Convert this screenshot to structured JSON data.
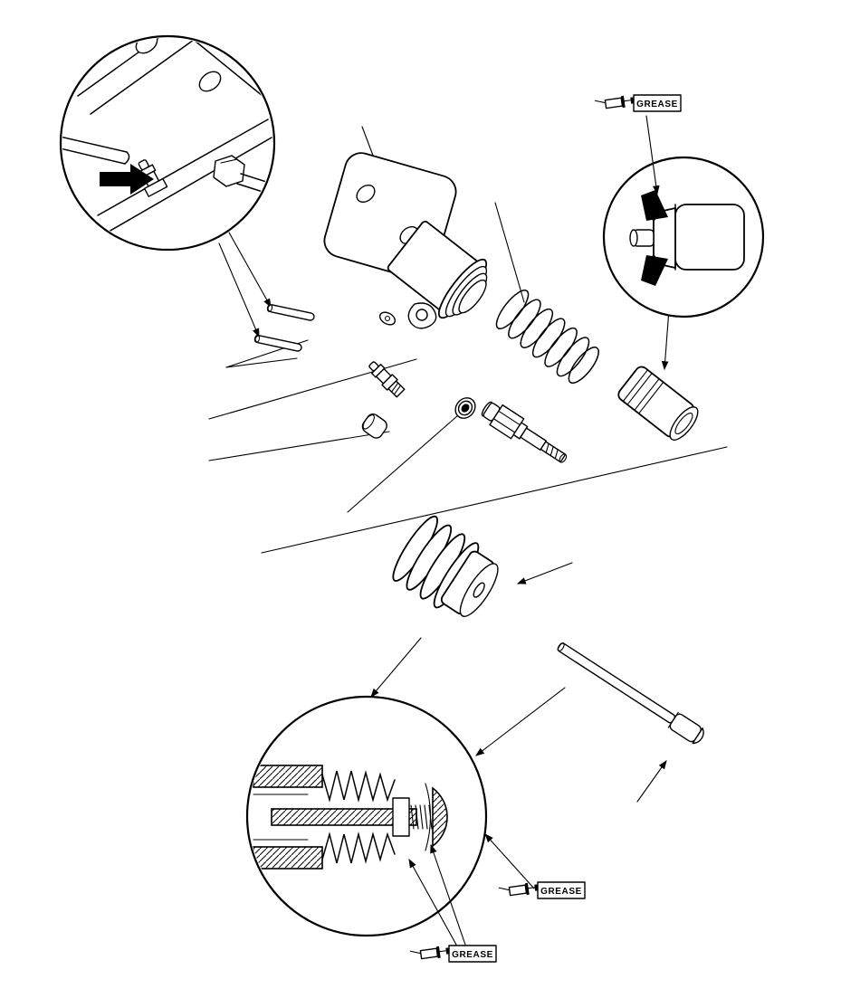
{
  "page": {
    "background_color": "#ffffff",
    "line_color": "#000000",
    "arrow_color": "#000000"
  },
  "labels": {
    "grease": [
      "GREASE",
      "GREASE",
      "GREASE"
    ]
  }
}
